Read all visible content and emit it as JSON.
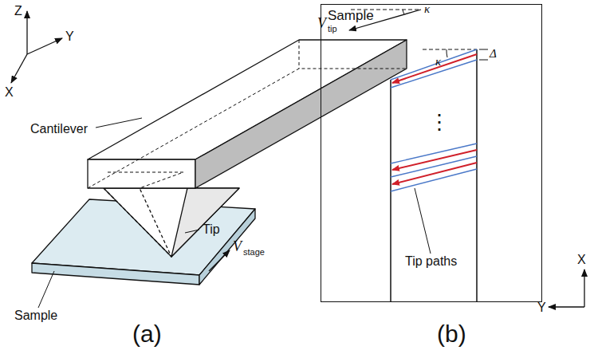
{
  "diagram": {
    "nodes": [
      {
        "text": [
          "Sample"
        ]
      }
    ],
    "labels": [
      "Z",
      "Y",
      "X",
      "V",
      "tip",
      "κ",
      "Cantilever",
      "Tip",
      "Sample",
      "V",
      "stage",
      "(a)",
      "κ",
      "Δ",
      "⋮",
      "Tip paths",
      "X",
      "Y",
      "(b)"
    ]
  }
}
